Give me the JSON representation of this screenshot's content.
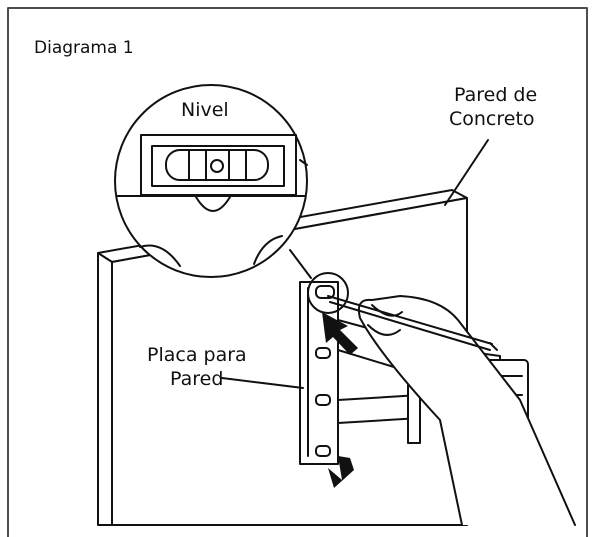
{
  "diagram": {
    "title": "Diagrama 1",
    "level_label": "Nivel",
    "wall_label_line1": "Pared de",
    "wall_label_line2": "Concreto",
    "plate_label_line1": "Placa para",
    "plate_label_line2": "Pared"
  },
  "colors": {
    "ink": "#111111",
    "frame": "#4d4d4d",
    "paper": "#ffffff"
  }
}
